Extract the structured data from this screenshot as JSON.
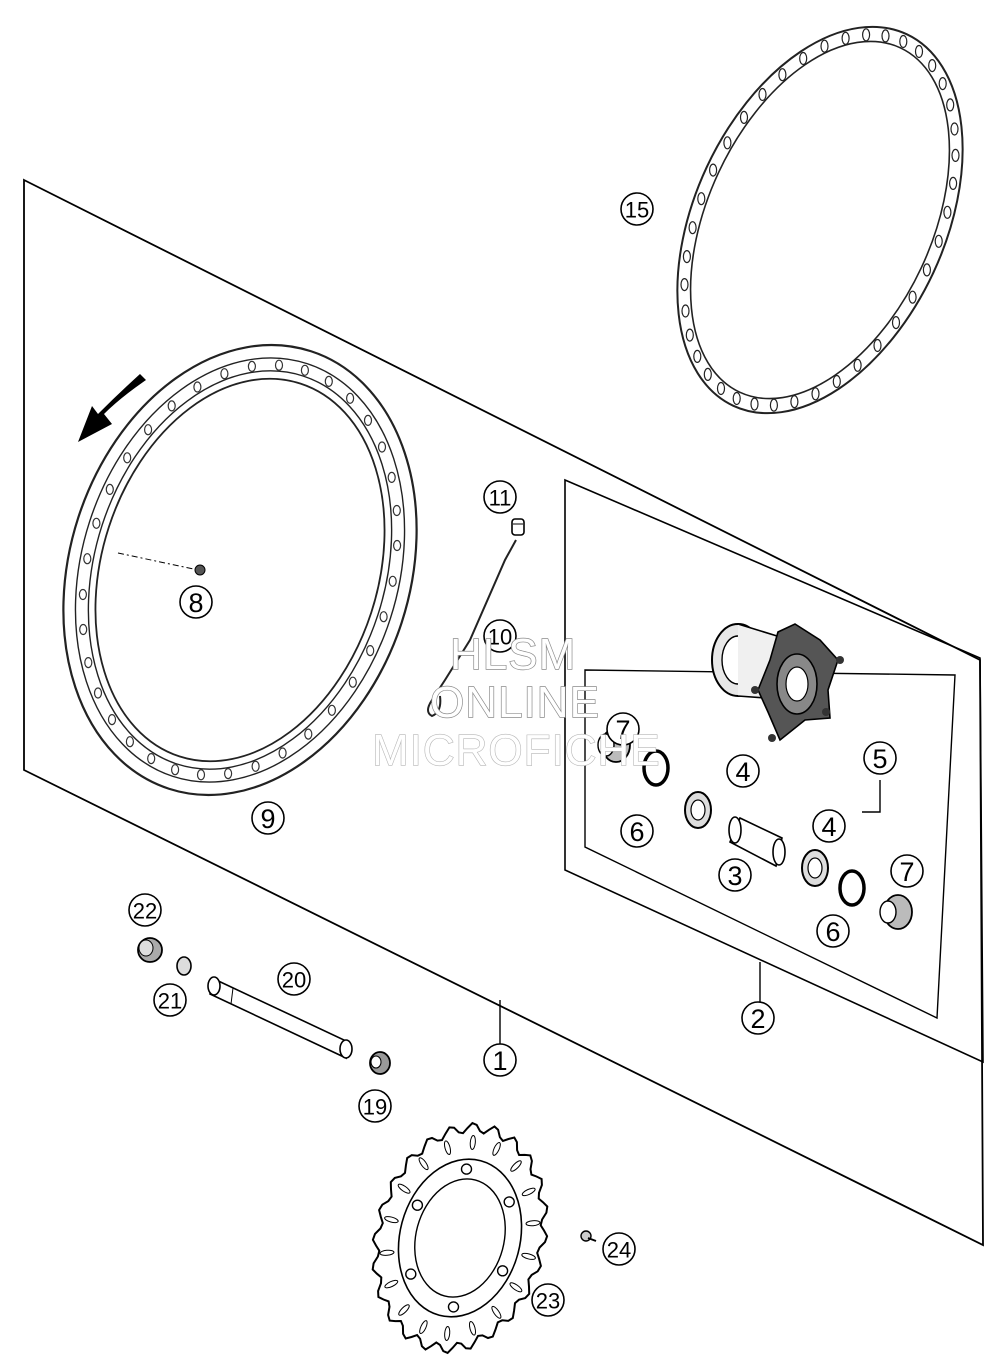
{
  "watermark": {
    "line1": "HLSM",
    "line2": "ONLINE",
    "line3": "MICROFICHE"
  },
  "callouts": {
    "c1": "1",
    "c2": "2",
    "c3": "3",
    "c4a": "4",
    "c4b": "4",
    "c5": "5",
    "c6a": "6",
    "c6b": "6",
    "c7a": "7",
    "c7b": "7",
    "c8": "8",
    "c9": "9",
    "c10": "10",
    "c11": "11",
    "c15": "15",
    "c19": "19",
    "c20": "20",
    "c21": "21",
    "c22": "22",
    "c23": "23",
    "c24": "24"
  }
}
